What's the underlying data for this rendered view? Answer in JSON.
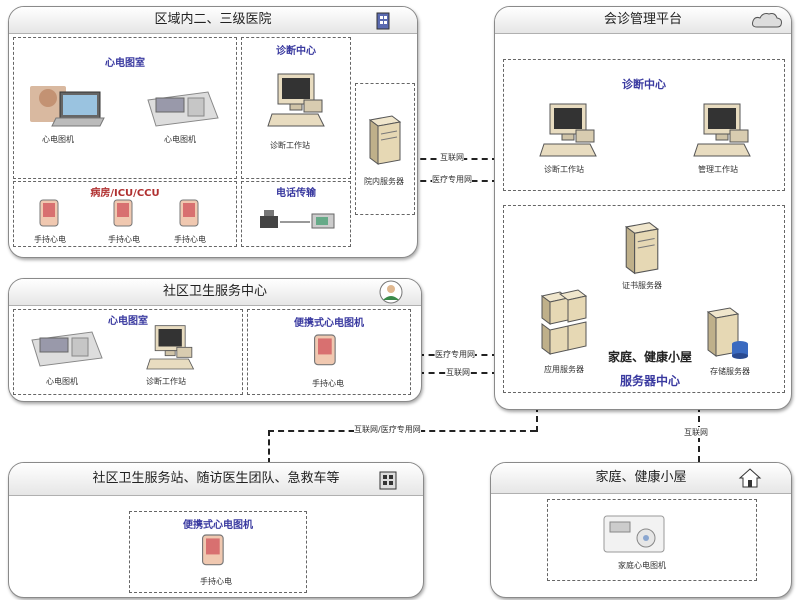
{
  "hospital": {
    "title": "区域内二、三级医院",
    "ecg_room": "心电图室",
    "ecg_machine_1": "心电图机",
    "ecg_machine_2": "心电图机",
    "diagnosis_center": "诊断中心",
    "diagnosis_workstation": "诊断工作站",
    "ward": "病房/ICU/CCU",
    "handheld_1": "手持心电",
    "handheld_2": "手持心电",
    "handheld_3": "手持心电",
    "phone_transfer": "电话传输",
    "server": "院内服务器"
  },
  "platform": {
    "title": "会诊管理平台",
    "diagnosis_center": "诊断中心",
    "diagnosis_workstation": "诊断工作站",
    "management_workstation": "管理工作站",
    "cert_server": "证书服务器",
    "app_server": "应用服务器",
    "storage_server": "存储服务器",
    "home_health": "家庭、健康小屋",
    "server_center": "服务器中心"
  },
  "community": {
    "title": "社区卫生服务中心",
    "ecg_room": "心电图室",
    "ecg_machine": "心电图机",
    "diagnosis_workstation": "诊断工作站",
    "portable_ecg": "便携式心电图机",
    "handheld": "手持心电"
  },
  "station": {
    "title": "社区卫生服务站、随访医生团队、急救车等",
    "portable_ecg": "便携式心电图机",
    "handheld": "手持心电"
  },
  "home": {
    "title": "家庭、健康小屋",
    "home_ecg": "家庭心电图机"
  },
  "links": {
    "internet_1": "互联网",
    "medical_net_1": "医疗专用网",
    "medical_net_2": "医疗专用网",
    "internet_2": "互联网",
    "internet_medical": "互联网/医疗专用网",
    "internet_3": "互联网"
  },
  "colors": {
    "section_title": "#3a3aa0",
    "panel_border": "#8a8a8a",
    "device_beige": "#e8dcc0"
  }
}
